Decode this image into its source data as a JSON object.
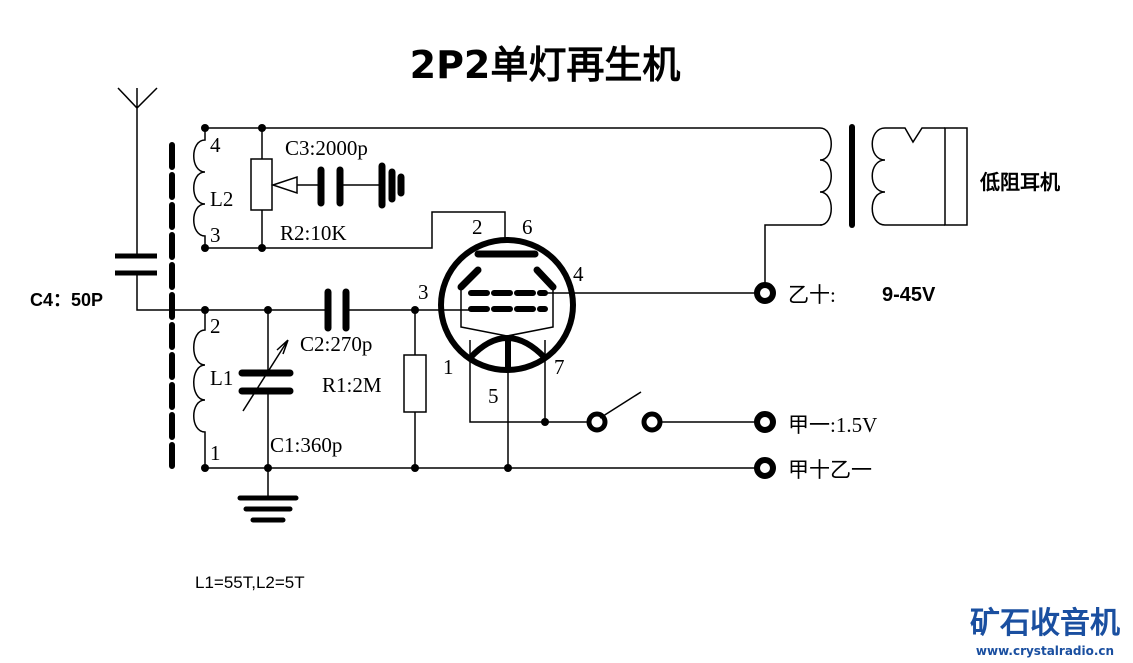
{
  "title": "2P2单灯再生机",
  "labels": {
    "c4": "C4：50P",
    "c3": "C3:2000p",
    "r2": "R2:10K",
    "c2": "C2:270p",
    "r1": "R1:2M",
    "c1": "C1:360p",
    "l1": "L1",
    "l2": "L2",
    "coil_pin_4": "4",
    "coil_pin_3": "3",
    "coil_pin_2": "2",
    "coil_pin_1": "1",
    "tube_pin_1": "1",
    "tube_pin_2": "2",
    "tube_pin_3": "3",
    "tube_pin_4": "4",
    "tube_pin_5": "5",
    "tube_pin_6": "6",
    "tube_pin_7": "7",
    "headphones": "低阻耳机",
    "b_plus_name": "乙十:",
    "b_plus_voltage": "9-45V",
    "a_minus": "甲一:1.5V",
    "a_plus_b_minus": "甲十乙一",
    "coil_turns": "L1=55T,L2=5T"
  },
  "logo": {
    "name": "矿石收音机",
    "url": "www.crystalradio.cn"
  }
}
